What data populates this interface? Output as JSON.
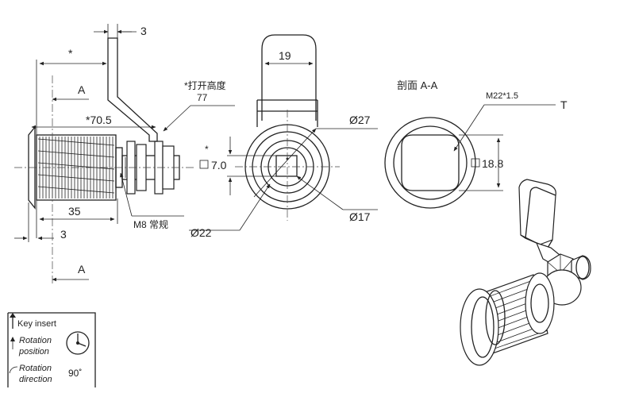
{
  "side_view": {
    "dim_star": "*",
    "dim_thickness": "3",
    "section_label_top": "A",
    "section_label_bottom": "A",
    "open_height_label": "*打开高度",
    "open_height_value": "77",
    "dim_length": "*70.5",
    "dim_thread_length": "35",
    "dim_flange": "3",
    "thread_note": "M8 常规"
  },
  "front_view": {
    "dim_width": "19",
    "dim_outer_dia": "Ø27",
    "dim_square_star": "*",
    "dim_square": "7.0",
    "dim_inner_dia": "Ø17",
    "dim_body_dia": "Ø22"
  },
  "section_view": {
    "title": "剖面 A-A",
    "thread_spec": "M22*1.5",
    "thread_type": "T",
    "dim_flat": "18.8"
  },
  "legend": {
    "key_insert": "Key insert",
    "rotation_position_line1": "Rotation",
    "rotation_position_line2": "position",
    "rotation_direction_line1": "Rotation",
    "rotation_direction_line2": "direction",
    "rotation_angle": "90˚"
  }
}
